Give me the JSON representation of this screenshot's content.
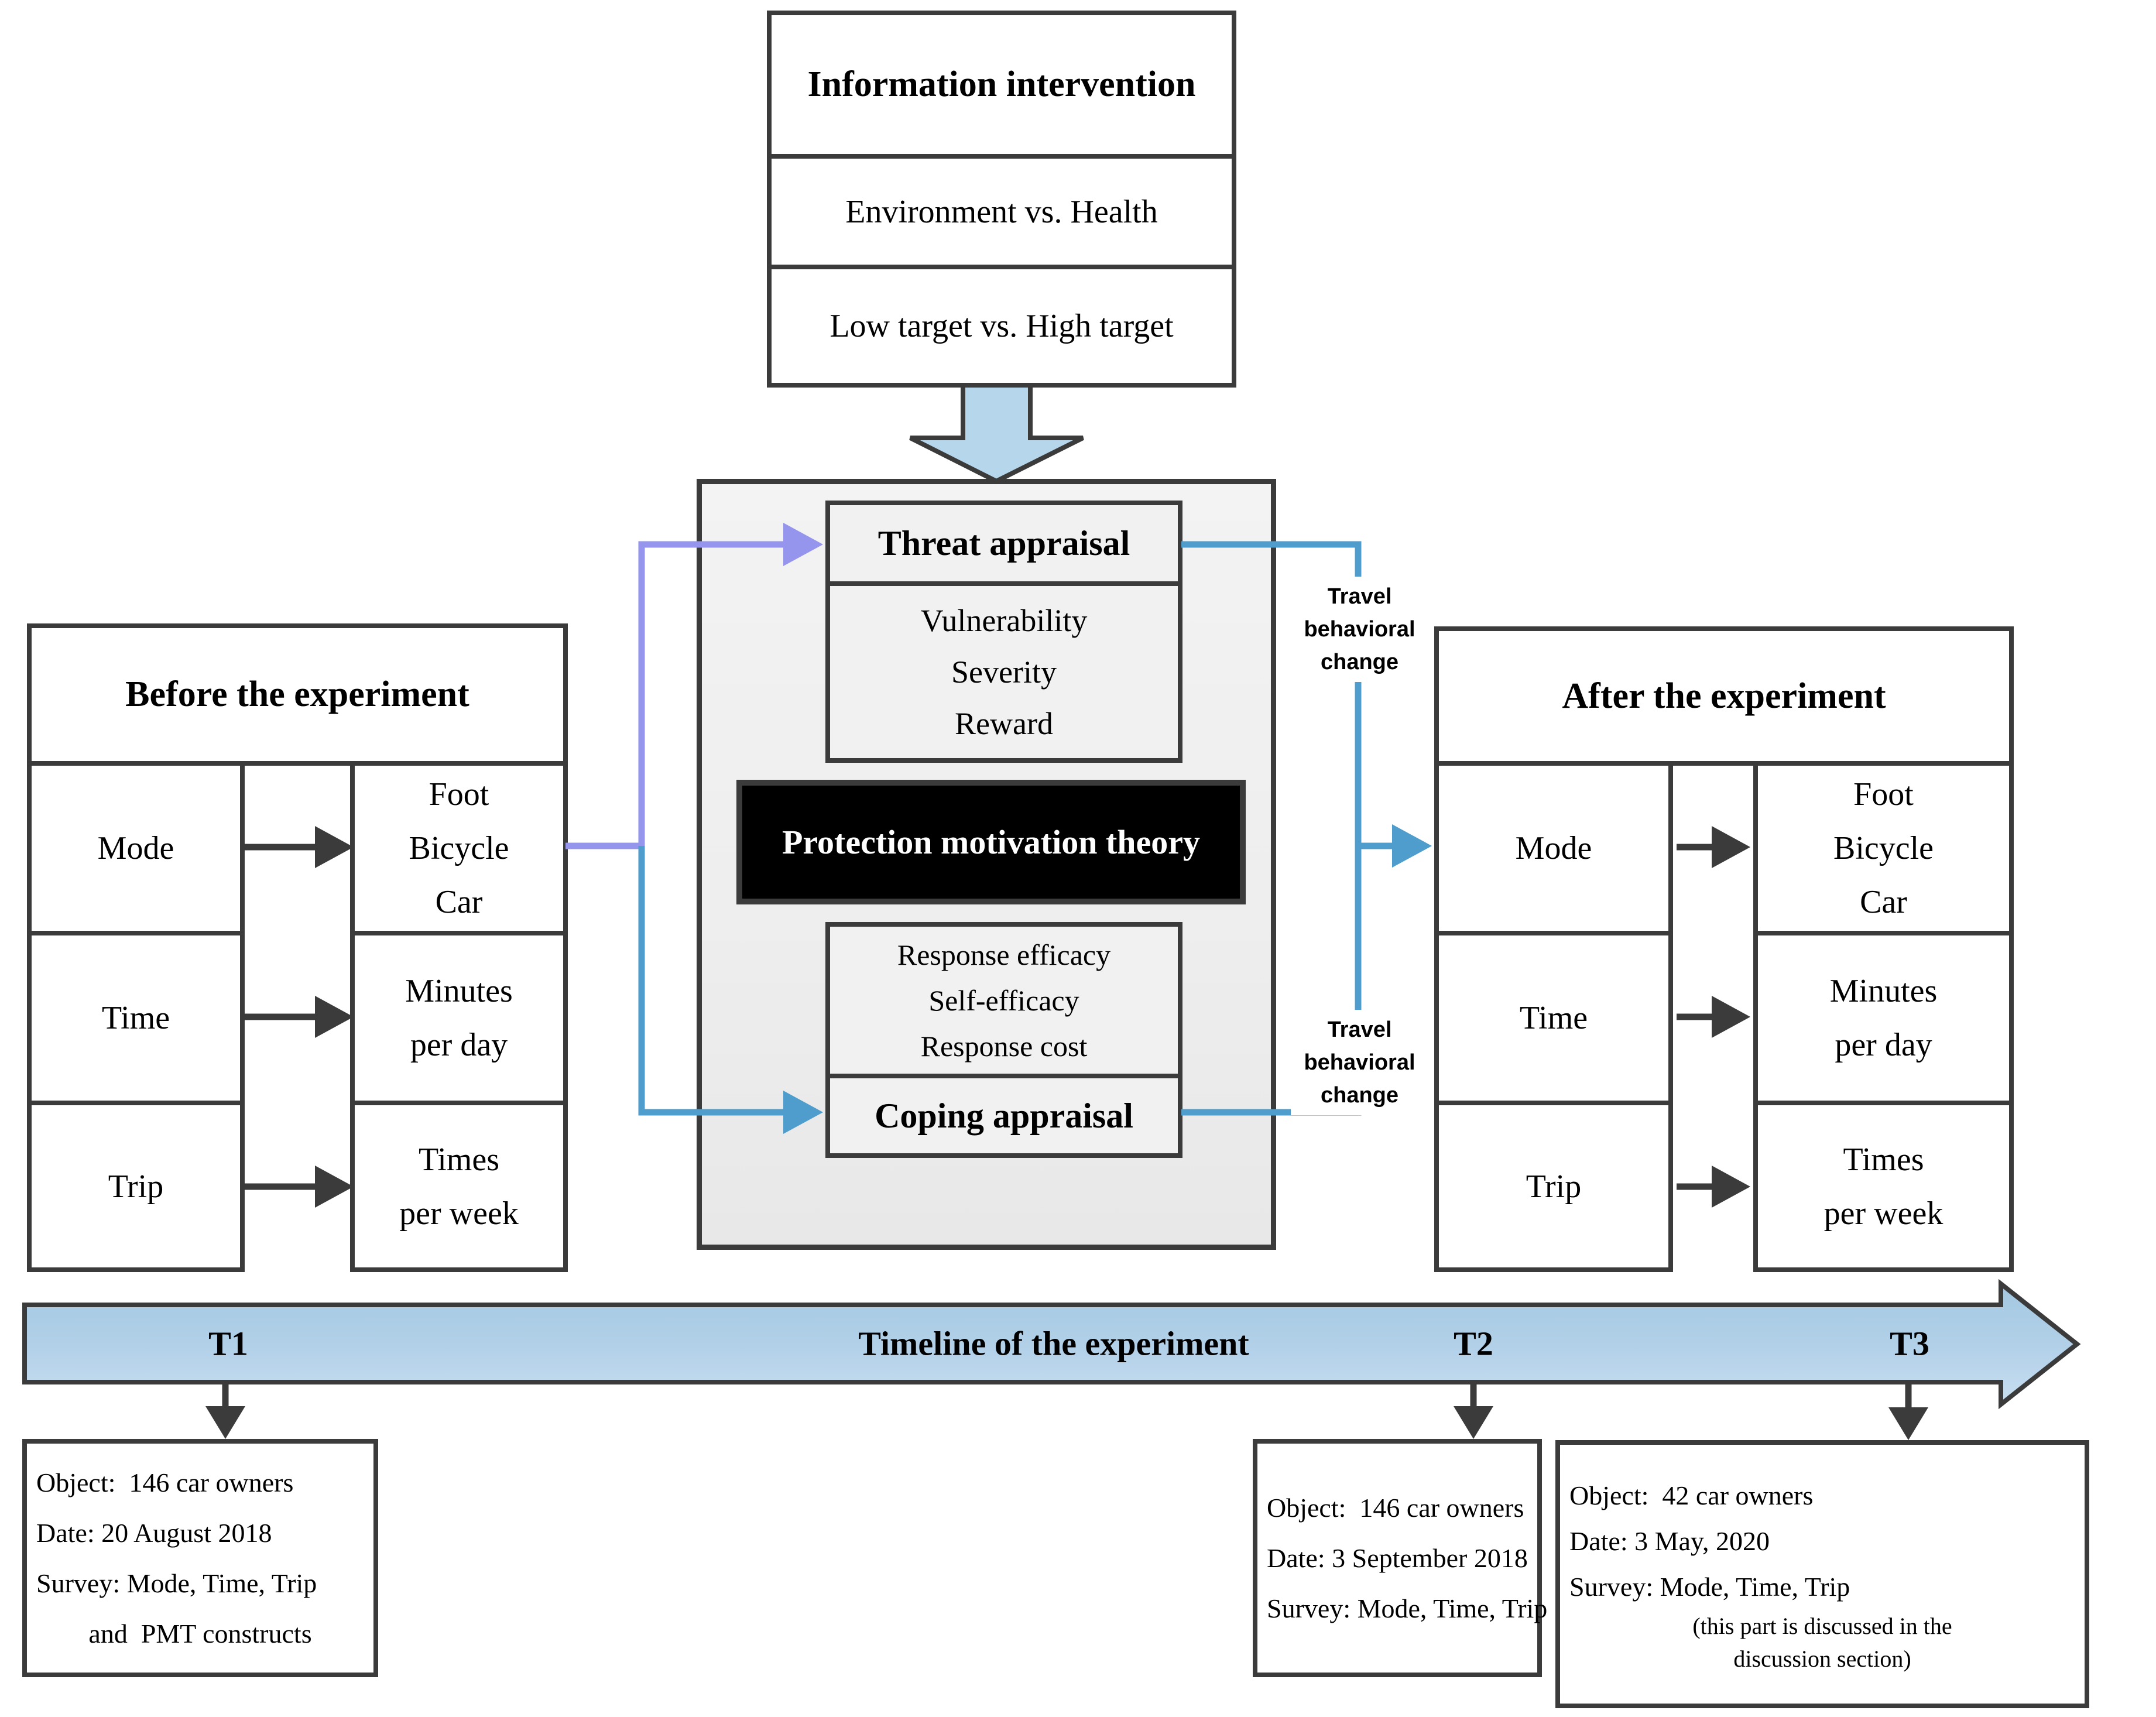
{
  "colors": {
    "purple_arrow": "#9595ee",
    "blue_arrow": "#4f9dcc",
    "timeline_fill": "#aacce6",
    "block_arrow_fill": "#b5d6eb",
    "panel_fill": "#efefef",
    "dark_border": "#3b3b3b",
    "pmt_core_bg": "#000000",
    "pmt_core_text": "#ffffff"
  },
  "info_box": {
    "title": "Information intervention",
    "row1": "Environment vs. Health",
    "row2": "Low target vs. High target"
  },
  "pmt_panel": {
    "threat": {
      "title": "Threat appraisal",
      "items": [
        "Vulnerability",
        "Severity",
        "Reward"
      ]
    },
    "core": "Protection motivation theory",
    "coping": {
      "items": [
        "Response efficacy",
        "Self-efficacy",
        "Response cost"
      ],
      "title": "Coping appraisal"
    }
  },
  "before": {
    "title": "Before the experiment",
    "rows": [
      {
        "label": "Mode",
        "value_lines": [
          "Foot",
          "Bicycle",
          "Car"
        ]
      },
      {
        "label": "Time",
        "value_lines": [
          "Minutes",
          "per day"
        ]
      },
      {
        "label": "Trip",
        "value_lines": [
          "Times",
          "per week"
        ]
      }
    ]
  },
  "after": {
    "title": "After the experiment",
    "rows": [
      {
        "label": "Mode",
        "value_lines": [
          "Foot",
          "Bicycle",
          "Car"
        ]
      },
      {
        "label": "Time",
        "value_lines": [
          "Minutes",
          "per day"
        ]
      },
      {
        "label": "Trip",
        "value_lines": [
          "Times",
          "per week"
        ]
      }
    ]
  },
  "travel_change": {
    "line1": "Travel",
    "line2": "behavioral",
    "line3": "change"
  },
  "timeline": {
    "title": "Timeline of the experiment",
    "t1": "T1",
    "t2": "T2",
    "t3": "T3"
  },
  "milestones": {
    "t1": {
      "object": "Object:  146 car owners",
      "date": "Date: 20 August 2018",
      "survey": "Survey: Mode, Time, Trip",
      "extra": "and  PMT constructs"
    },
    "t2": {
      "object": "Object:  146 car owners",
      "date": "Date: 3 September 2018",
      "survey": "Survey: Mode, Time, Trip"
    },
    "t3": {
      "object": "Object:  42 car owners",
      "date": "Date: 3 May, 2020",
      "survey": "Survey: Mode, Time, Trip",
      "note_line1": "(this part is discussed in the",
      "note_line2": "discussion section)"
    }
  }
}
